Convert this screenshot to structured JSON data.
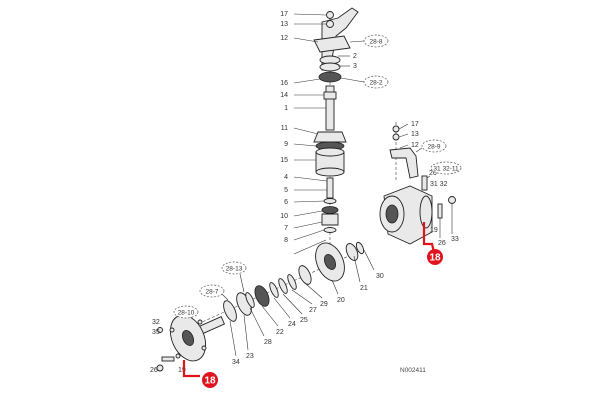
{
  "diagram": {
    "figure_code": "N002411",
    "callout_label": "18",
    "callout_color": "#e0141e",
    "callout_text_color": "#ffffff",
    "labels": {
      "p17": "17",
      "p13": "13",
      "p12": "12",
      "p2": "2",
      "p3": "3",
      "p16": "16",
      "p14": "14",
      "p1": "1",
      "p11": "11",
      "p9": "9",
      "p15": "15",
      "p4": "4",
      "p5": "5",
      "p6": "6",
      "p10": "10",
      "p7": "7",
      "p8": "8",
      "p21": "21",
      "p30": "30",
      "p20": "20",
      "p29": "29",
      "p27": "27",
      "p25": "25",
      "p24": "24",
      "p22": "22",
      "p28": "28",
      "p23": "23",
      "p34": "34",
      "p32": "32",
      "p35": "35",
      "p19": "19",
      "p26": "26",
      "r17": "17",
      "r13": "13",
      "r12": "12",
      "r26": "26",
      "r19": "19",
      "r26b": "26",
      "r33": "33",
      "r3132": "31 32"
    },
    "refs": {
      "top1": "28-8",
      "top2": "28-2",
      "right1": "28-9",
      "right2": "31 32-11",
      "left1": "28-13",
      "left2": "28-7",
      "left3": "28-10"
    }
  }
}
